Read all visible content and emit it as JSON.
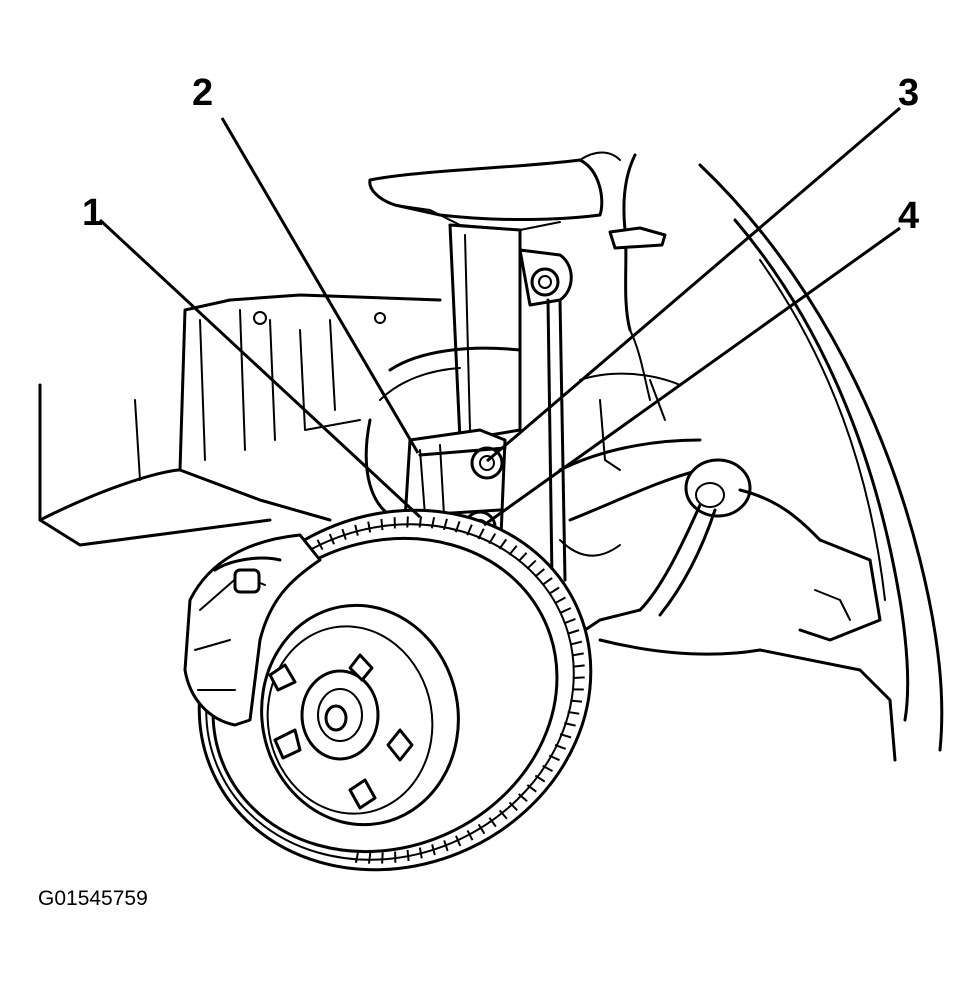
{
  "figure": {
    "id_label": "G01545759",
    "subject": "front wheel hub, brake rotor and strut assembly"
  },
  "callouts": [
    {
      "number": "1",
      "target": "strut-to-knuckle lower bolt"
    },
    {
      "number": "2",
      "target": "strut-to-knuckle upper bolt"
    },
    {
      "number": "3",
      "target": "upper nut"
    },
    {
      "number": "4",
      "target": "lower nut"
    }
  ]
}
